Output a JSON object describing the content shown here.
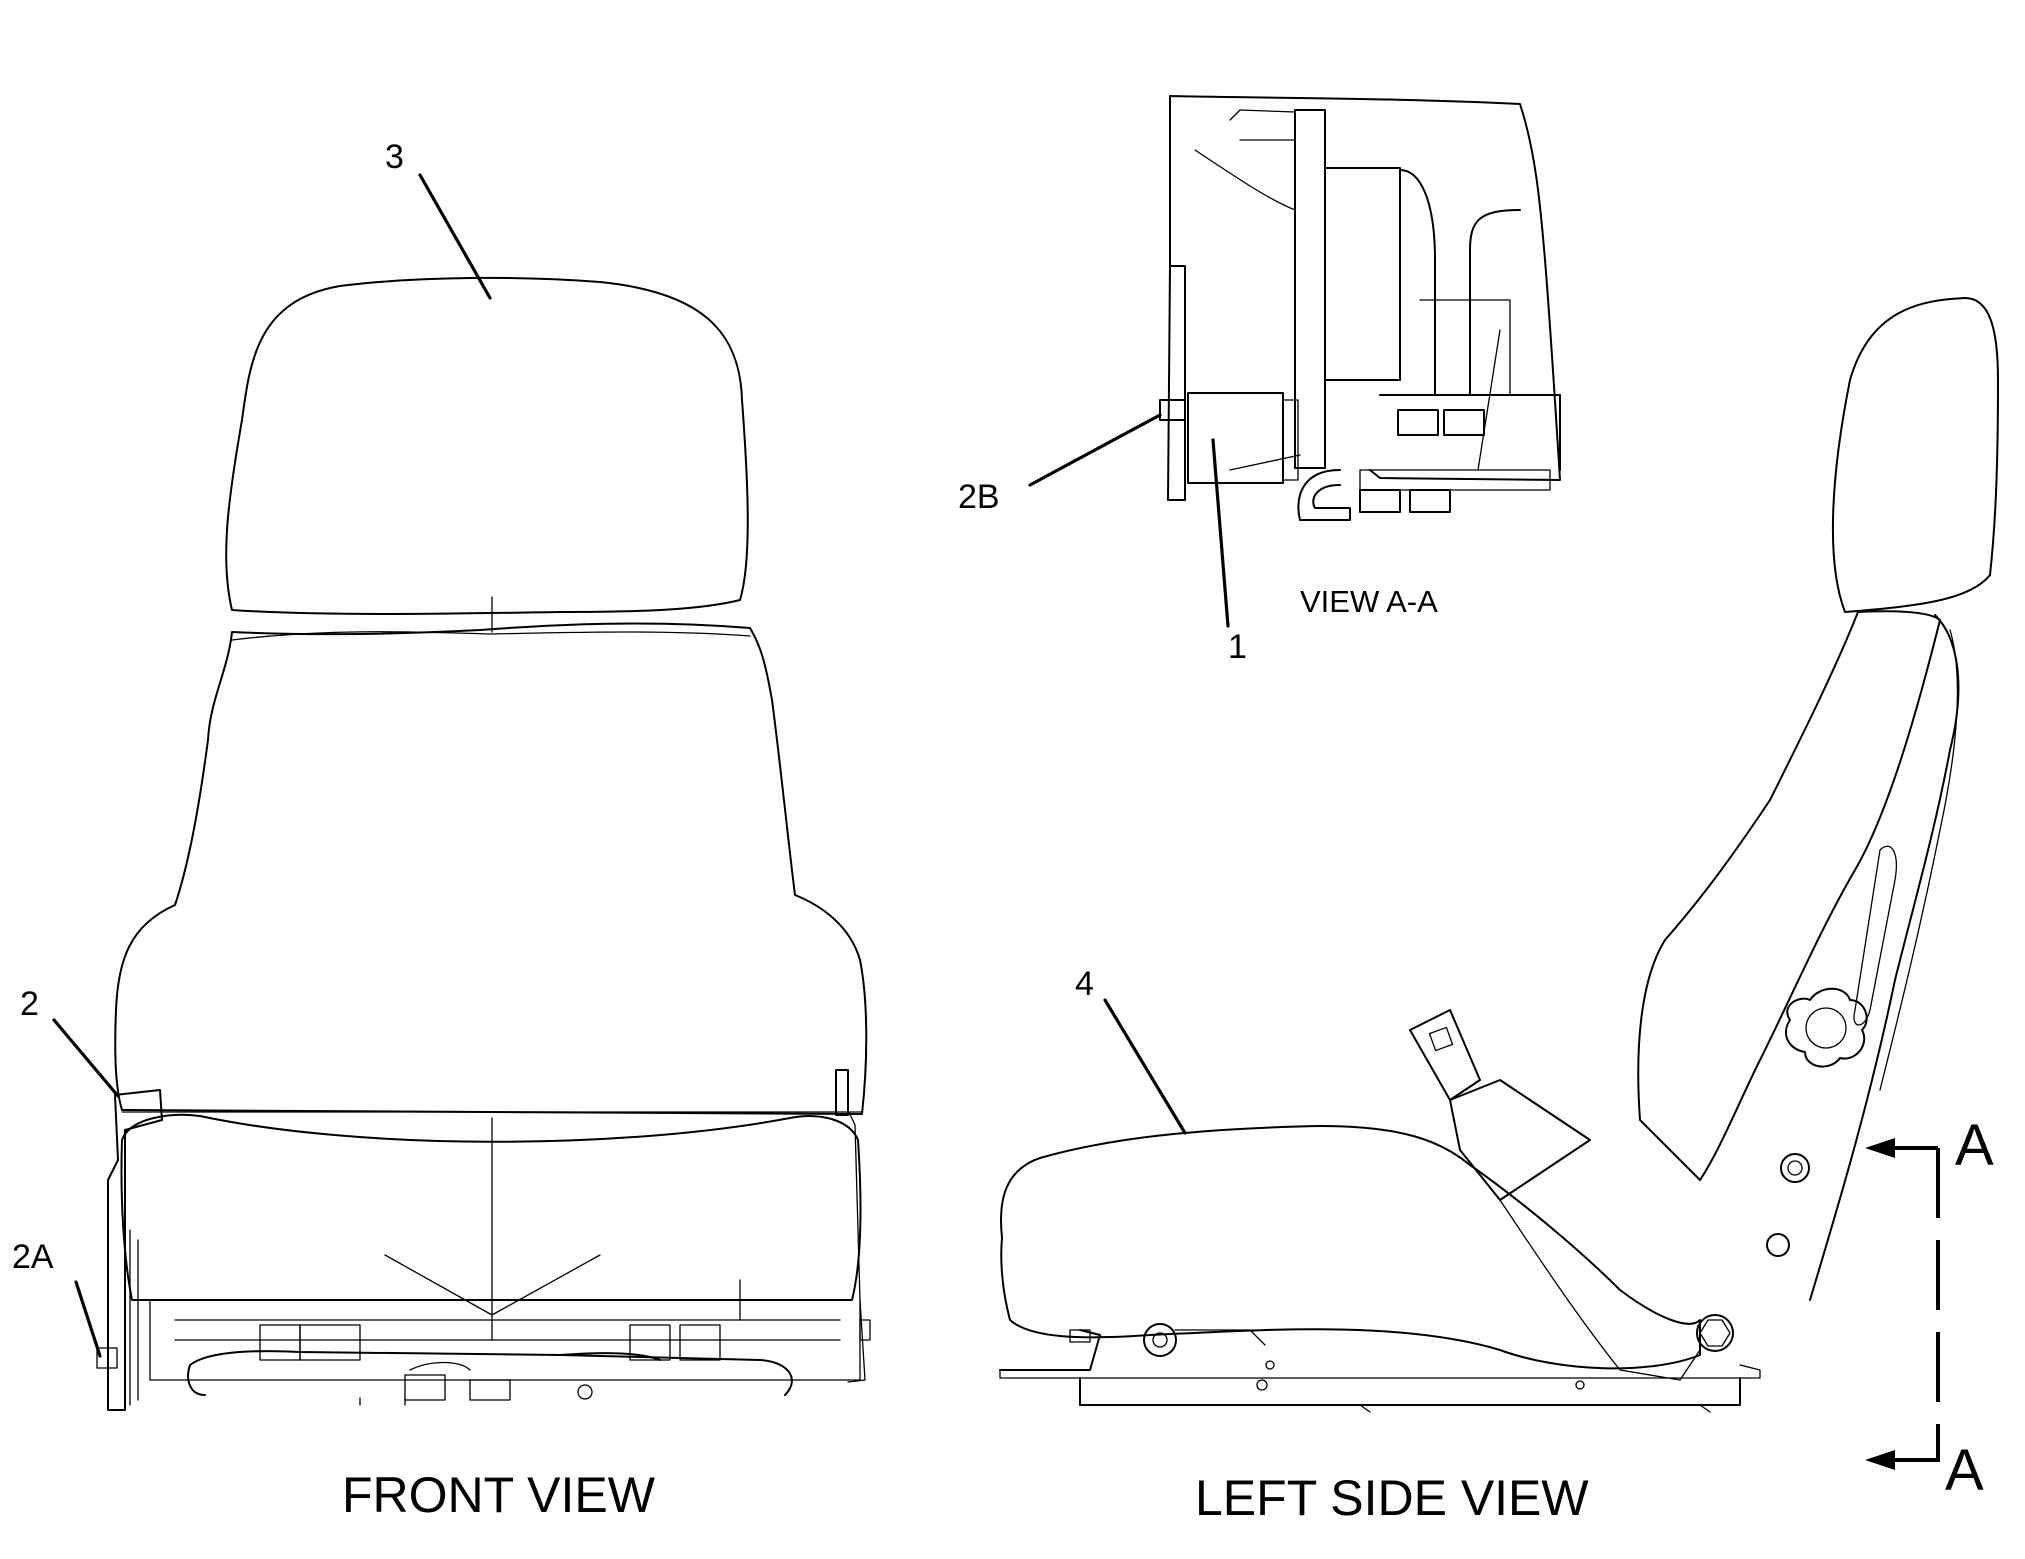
{
  "callouts": {
    "c1": "1",
    "c2": "2",
    "c2a": "2A",
    "c2b": "2B",
    "c3": "3",
    "c4": "4"
  },
  "views": {
    "front": "FRONT VIEW",
    "left_side": "LEFT SIDE VIEW",
    "section": "VIEW A-A"
  },
  "section_marks": {
    "top": "A",
    "bottom": "A"
  },
  "colors": {
    "line": "#000000",
    "background": "#ffffff"
  }
}
